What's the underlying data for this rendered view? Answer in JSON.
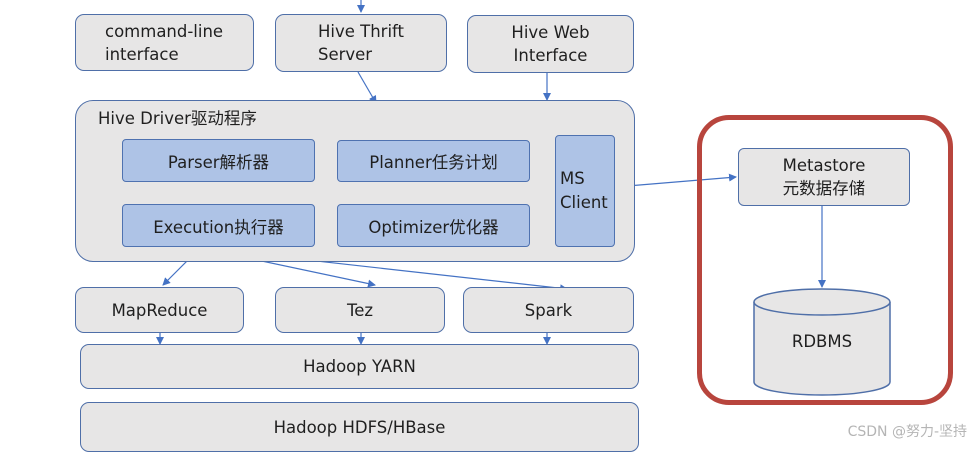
{
  "top": {
    "cli": [
      "command-line",
      "interface"
    ],
    "thrift": [
      "Hive Thrift",
      "Server"
    ],
    "web": [
      "Hive Web",
      "Interface"
    ]
  },
  "driver": {
    "title": "Hive Driver驱动程序",
    "parser": "Parser解析器",
    "planner": "Planner任务计划",
    "execution": "Execution执行器",
    "optimizer": "Optimizer优化器",
    "ms_client": [
      "MS",
      "Client"
    ]
  },
  "engines": [
    "MapReduce",
    "Tez",
    "Spark"
  ],
  "yarn": "Hadoop YARN",
  "hdfs": "Hadoop HDFS/HBase",
  "metastore": [
    "Metastore",
    "元数据存储"
  ],
  "rdbms": "RDBMS",
  "watermark": "CSDN @努力-坚持",
  "colors": {
    "box_fill": "#e7e6e6",
    "box_border": "#4f6fa8",
    "inner_fill": "#aec3e6",
    "arrow": "#4472c4",
    "highlight": "#b8453d"
  }
}
